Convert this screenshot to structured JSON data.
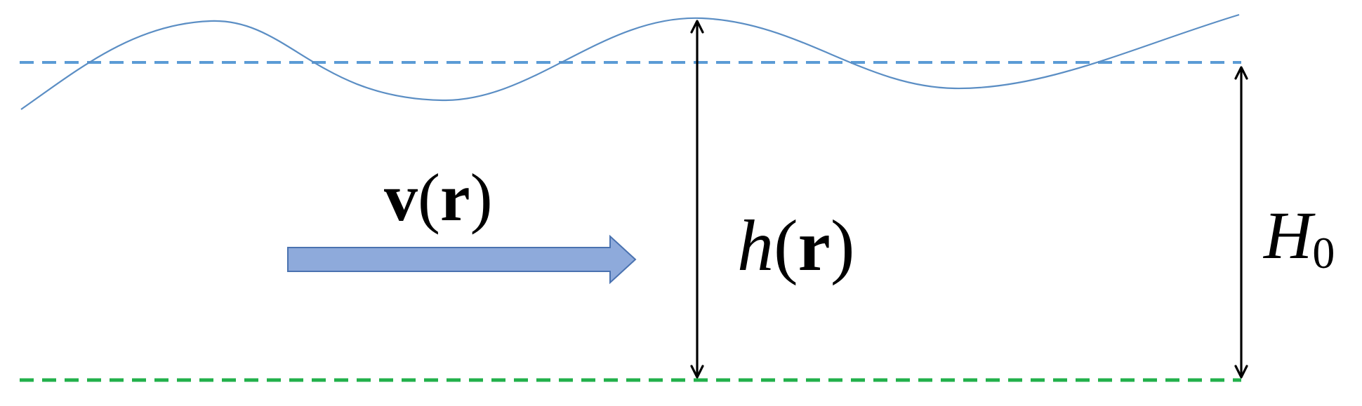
{
  "labels": {
    "velocity": {
      "symbol": "v",
      "open": "(",
      "argument": "r",
      "close": ")"
    },
    "height": {
      "symbol": "h",
      "open": "(",
      "argument": "r",
      "close": ")"
    },
    "mean_depth": {
      "symbol": "H",
      "subscript": "0"
    }
  },
  "colors": {
    "surface_wave": "#5b8ec4",
    "reference_level": "#5b9bd5",
    "bottom_level": "#22b04b",
    "flow_arrow_fill": "#8eaadb",
    "flow_arrow_stroke": "#4a72b0",
    "measure_arrows": "#000000",
    "text": "#000000"
  }
}
